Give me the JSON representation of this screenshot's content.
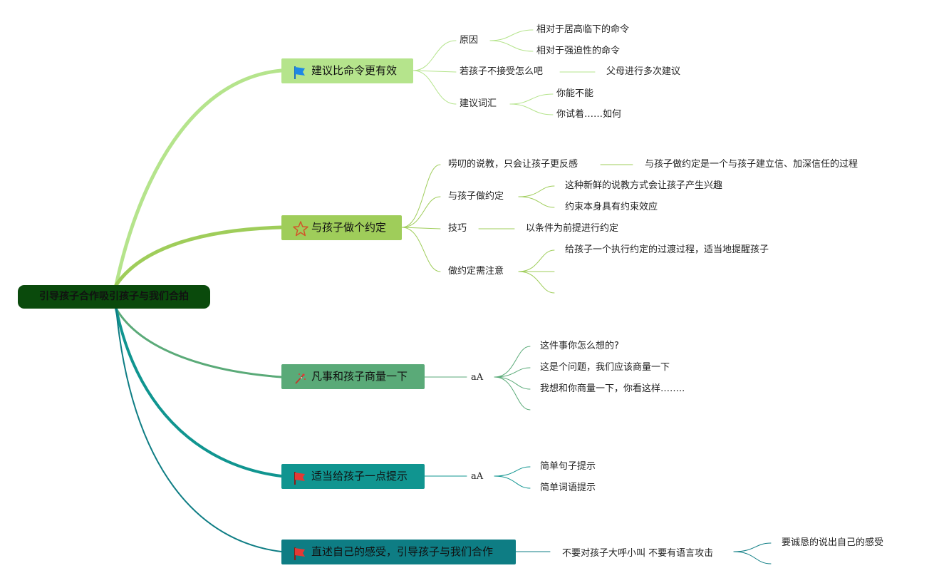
{
  "root": {
    "label": "引导孩子合作吸引孩子与我们合拍"
  },
  "branches": [
    {
      "label": "建议比命令更有效",
      "icon": "blue-flag-icon",
      "children": [
        {
          "label": "原因",
          "children": [
            "相对于居高临下的命令",
            "相对于强迫性的命令"
          ]
        },
        {
          "label": "若孩子不接受怎么吧",
          "children": [
            "父母进行多次建议"
          ]
        },
        {
          "label": "建议词汇",
          "children": [
            "你能不能",
            "你试着……如何"
          ]
        }
      ]
    },
    {
      "label": "与孩子做个约定",
      "icon": "star-icon",
      "children": [
        {
          "label": "唠叨的说教，只会让孩子更反感",
          "children": [
            "与孩子做约定是一个与孩子建立信、加深信任的过程"
          ]
        },
        {
          "label": "与孩子做约定",
          "children": [
            "这种新鲜的说教方式会让孩子产生兴趣",
            "约束本身具有约束效应"
          ]
        },
        {
          "label": "技巧",
          "children": [
            "以条件为前提进行约定"
          ]
        },
        {
          "label": "做约定需注意",
          "children": [
            "给孩子一个执行约定的过渡过程，适当地提醒孩子",
            "",
            ""
          ]
        }
      ]
    },
    {
      "label": "凡事和孩子商量一下",
      "icon": "sparkle-icon",
      "children": [
        {
          "label": "aA",
          "children": [
            "这件事你怎么想的?",
            "这是个问题，我们应该商量一下",
            "我想和你商量一下，你看这样……..",
            ""
          ]
        }
      ]
    },
    {
      "label": "适当给孩子一点提示",
      "icon": "red-flag-icon",
      "children": [
        {
          "label": "aA",
          "children": [
            "简单句子提示",
            "简单词语提示"
          ]
        }
      ]
    },
    {
      "label": "直述自己的感受，引导孩子与我们合作",
      "icon": "red-flag-icon",
      "children": [
        {
          "label": "不要对孩子大呼小叫 不要有语言攻击",
          "children": [
            "要诚恳的说出自己的感受",
            ""
          ]
        }
      ]
    }
  ],
  "colors": {
    "root": "#0a4a0c",
    "branch1": "#b5e48c",
    "branch2": "#9fcd5a",
    "branch3": "#5aaa78",
    "branch4": "#109590",
    "branch5": "#0e7d84"
  }
}
